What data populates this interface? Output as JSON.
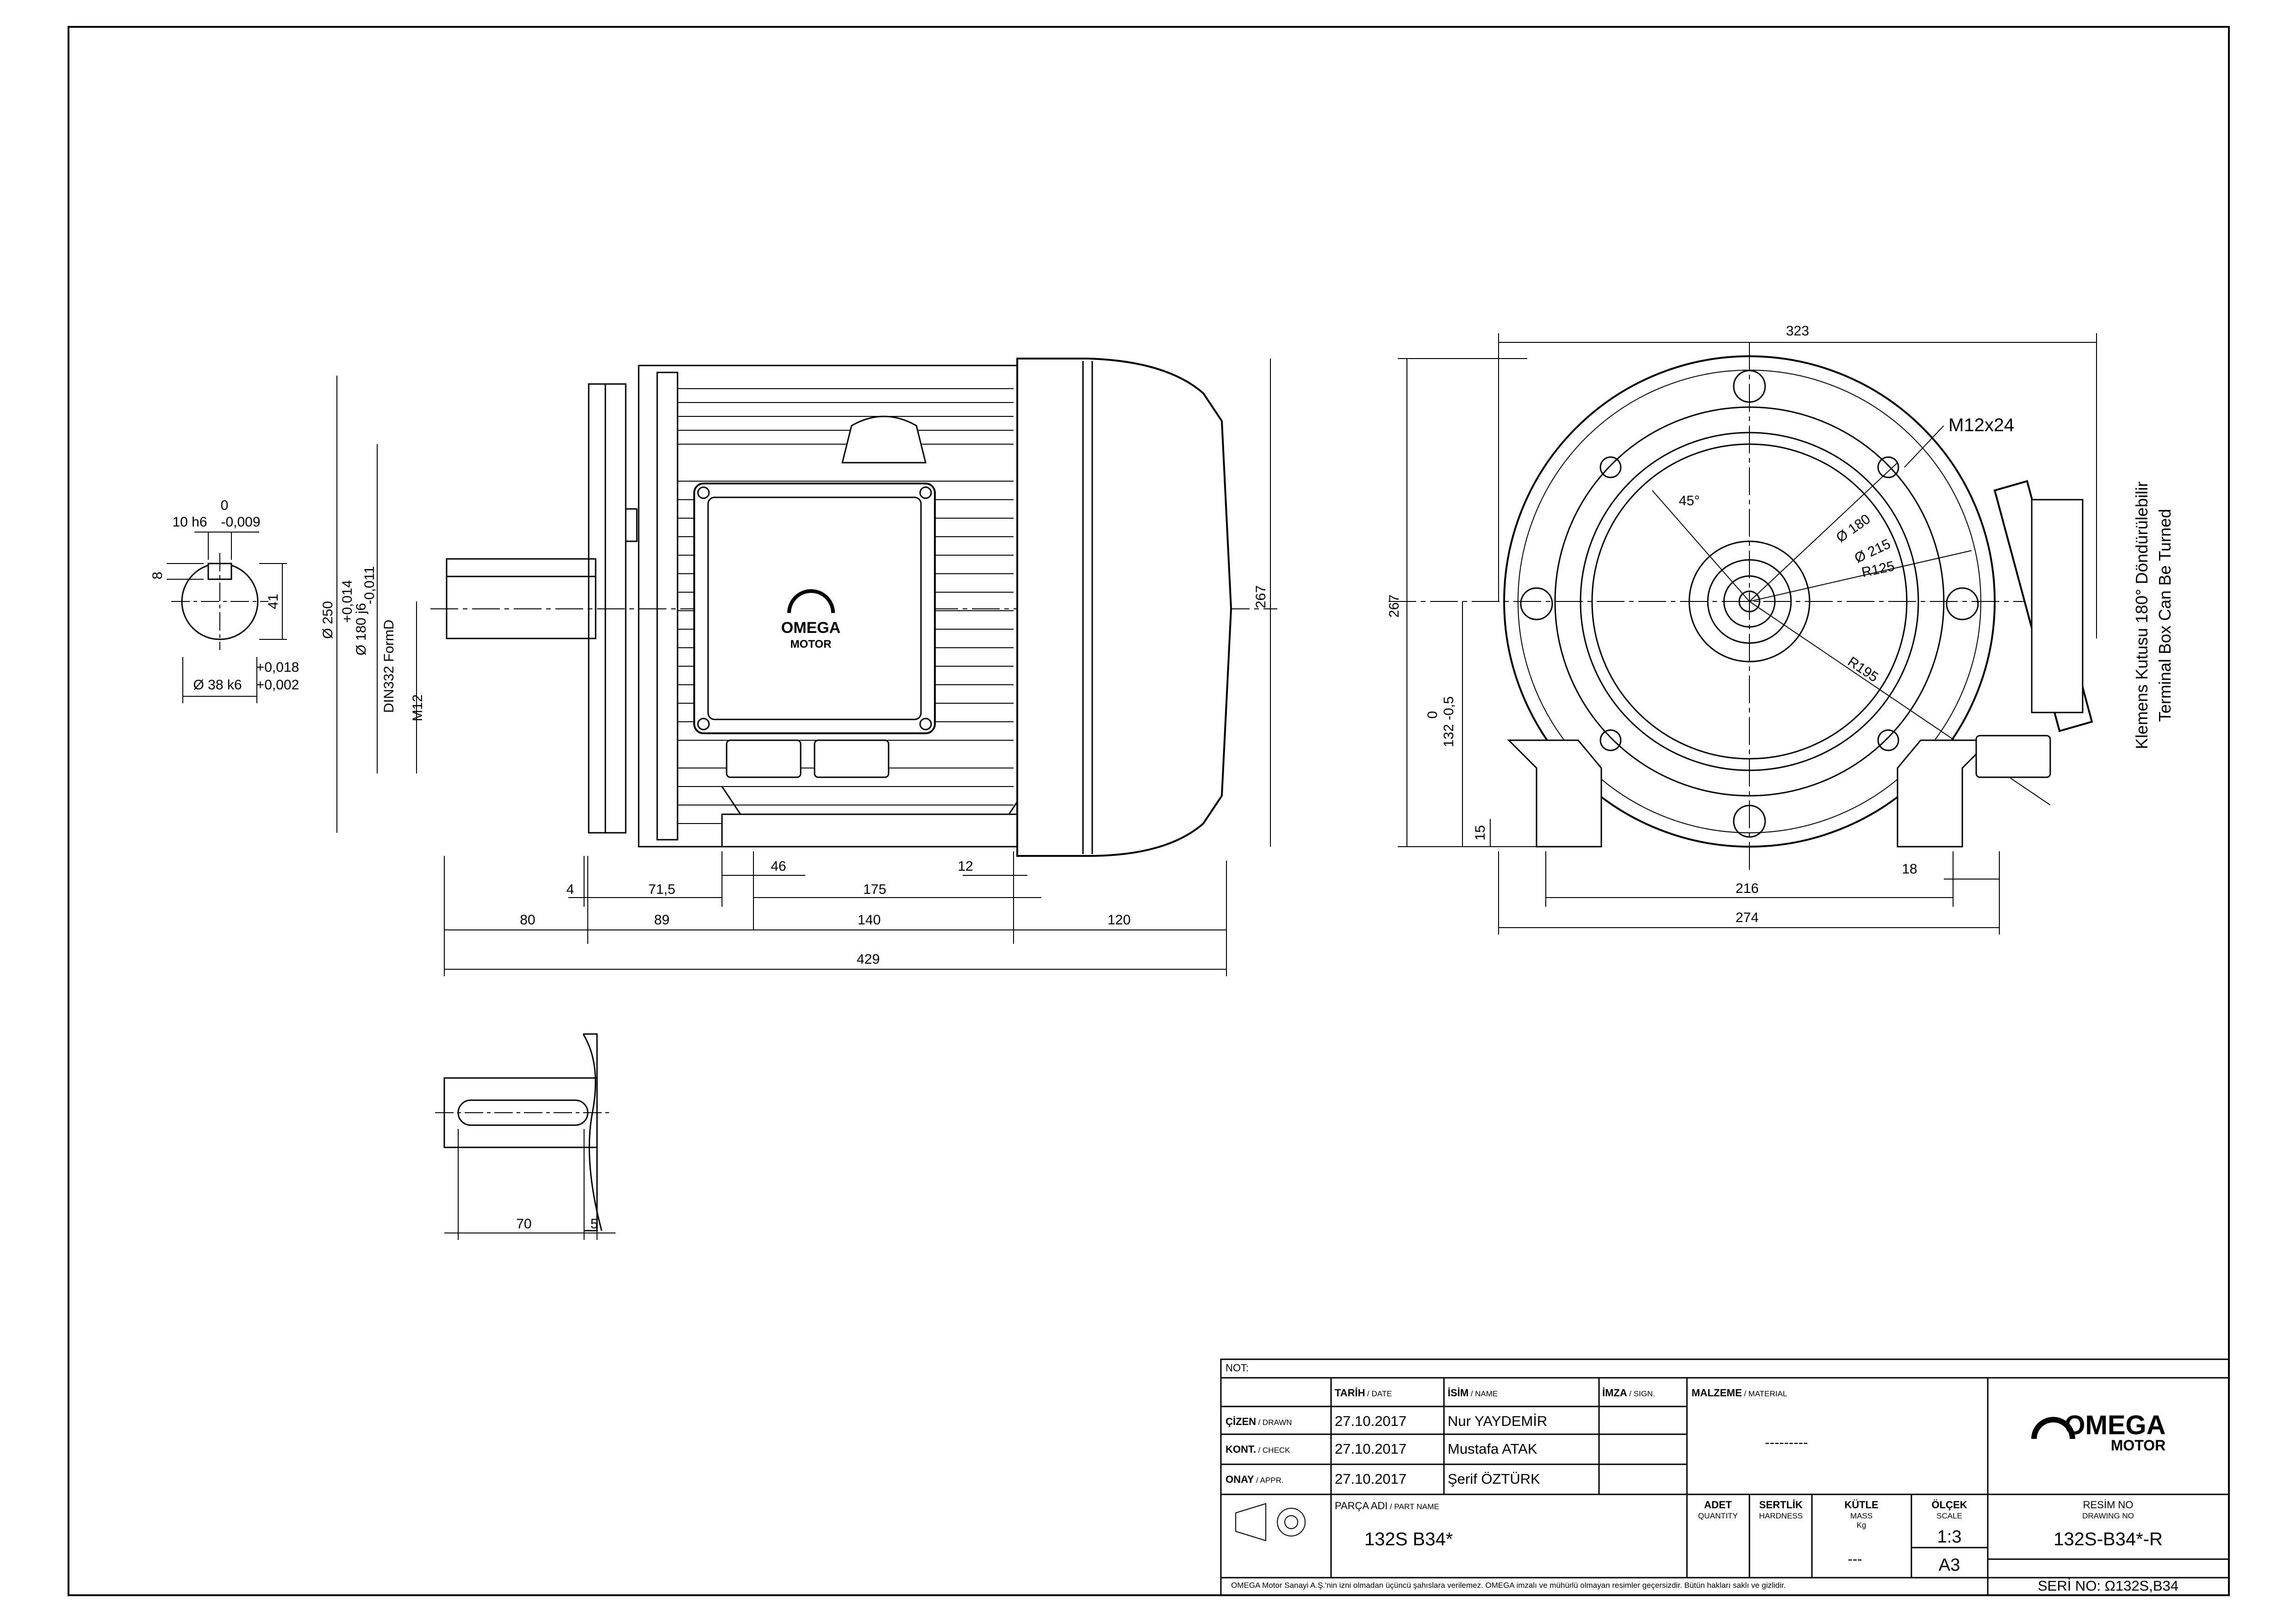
{
  "side_view": {
    "dims_bottom_1": [
      "4",
      "71,5",
      "46",
      "175",
      "12"
    ],
    "dims_bottom_2": [
      "80",
      "89",
      "140",
      "120"
    ],
    "overall_length": "429",
    "height": "267",
    "shaft_vertical": {
      "flange_dia": "Ø 250",
      "spigot_tol_upper": "+0,014",
      "spigot_dia": "Ø 180 j6",
      "spigot_tol_lower": "-0,011",
      "centre_thread": "DIN332 FormD",
      "thread": "M12"
    },
    "logo": {
      "top": "OMEGA",
      "bottom": "MOTOR"
    }
  },
  "shaft_section": {
    "key_tol_upper": "0",
    "key_width": "10 h6",
    "key_tol_lower": "-0,009",
    "key_height": "8",
    "shaft_height": "41",
    "shaft_tol_upper": "+0,018",
    "shaft_dia": "Ø 38 k6",
    "shaft_tol_lower": "+0,002"
  },
  "key_view": {
    "length": "70",
    "offset": "5"
  },
  "front_view": {
    "width_top": "323",
    "bolt": "M12x24",
    "angle": "45°",
    "d180": "Ø 180",
    "d215": "Ø 215",
    "r125": "R125",
    "r195": "R195",
    "height": "267",
    "shaft_height_tol_upper": "0",
    "shaft_height": "132 -0,5",
    "foot_height": "15",
    "foot_span": "216",
    "foot_hole": "18",
    "base_width": "274",
    "note_tr": "Klemens Kutusu 180° Döndürülebilir",
    "note_en": "Terminal Box Can Be Turned"
  },
  "title_block": {
    "not_label": "NOT:",
    "col_date": "TARİH",
    "col_date_en": "/ DATE",
    "col_name": "İSİM",
    "col_name_en": "/ NAME",
    "col_sign": "İMZA",
    "col_sign_en": "/ SIGN.",
    "rows": [
      {
        "label": "ÇİZEN",
        "label_en": "/ DRAWN",
        "date": "27.10.2017",
        "name": "Nur YAYDEMİR"
      },
      {
        "label": "KONT.",
        "label_en": "/ CHECK",
        "date": "27.10.2017",
        "name": "Mustafa ATAK"
      },
      {
        "label": "ONAY",
        "label_en": "/ APPR.",
        "date": "27.10.2017",
        "name": "Şerif ÖZTÜRK"
      }
    ],
    "material_label": "MALZEME",
    "material_label_en": "/ MATERIAL",
    "material_value": "---------",
    "part_name_label": "PARÇA ADI",
    "part_name_label_en": "/ PART NAME",
    "part_name": "132S B34*",
    "quantity_label": "ADET",
    "quantity_en": "QUANTITY",
    "hardness_label": "SERTLİK",
    "hardness_en": "HARDNESS",
    "mass_label": "KÜTLE",
    "mass_en": "MASS",
    "mass_unit": "Kg",
    "mass_value": "---",
    "scale_label": "ÖLÇEK",
    "scale_en": "SCALE",
    "scale_value": "1:3",
    "paper_size": "A3",
    "logo_top": "OMEGA",
    "logo_bottom": "MOTOR",
    "drawing_no_label": "RESİM NO",
    "drawing_no_en": "DRAWING NO",
    "drawing_no": "132S-B34*-R",
    "serial": "SERİ NO: Ω132S,B34",
    "footer": "OMEGA Motor Sanayi A.Ş.'nin izni olmadan üçüncü şahıslara verilemez. OMEGA imzalı ve mühürlü olmayan resimler geçersizdir. Bütün hakları saklı ve gizlidir."
  }
}
